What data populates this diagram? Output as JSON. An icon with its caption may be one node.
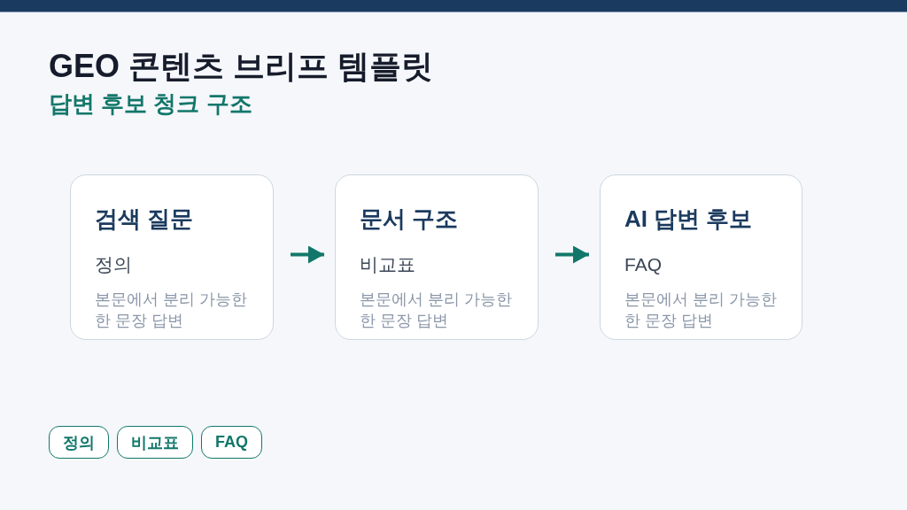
{
  "diagram": {
    "title": "GEO 콘텐츠 브리프 템플릿",
    "nodes": [
      {
        "text": [
          "검색 질문",
          "정의",
          "본문에서 분리 가능한 한 문장 답변"
        ]
      },
      {
        "text": [
          "문서 구조",
          "비교표",
          "본문에서 분리 가능한 한 문장 답변"
        ]
      },
      {
        "text": [
          "AI 답변 후보",
          "FAQ",
          "본문에서 분리 가능한 한 문장 답변"
        ]
      },
      {
        "text": [
          "정의"
        ]
      },
      {
        "text": [
          "비교표"
        ]
      },
      {
        "text": [
          "FAQ"
        ]
      }
    ],
    "edges": [
      {
        "from": 0,
        "to": 1,
        "arrow": "to"
      },
      {
        "from": 1,
        "to": 2,
        "arrow": "to"
      }
    ],
    "labels": [
      "답변 후보 청크 구조"
    ]
  }
}
